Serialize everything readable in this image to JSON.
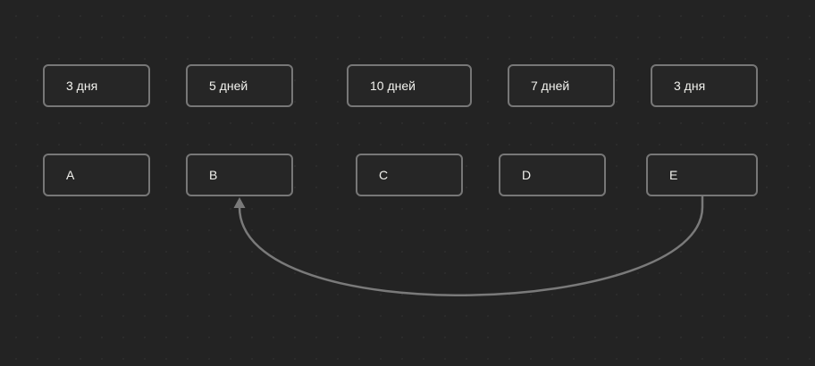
{
  "durations": [
    {
      "id": "dur-1",
      "label": "3 дня"
    },
    {
      "id": "dur-2",
      "label": "5 дней"
    },
    {
      "id": "dur-3",
      "label": "10 дней"
    },
    {
      "id": "dur-4",
      "label": "7 дней"
    },
    {
      "id": "dur-5",
      "label": "3 дня"
    }
  ],
  "tasks": [
    {
      "id": "task-a",
      "label": "A"
    },
    {
      "id": "task-b",
      "label": "B"
    },
    {
      "id": "task-c",
      "label": "C"
    },
    {
      "id": "task-d",
      "label": "D"
    },
    {
      "id": "task-e",
      "label": "E"
    }
  ],
  "links": [
    {
      "from": "E",
      "to": "B"
    }
  ],
  "colors": {
    "background": "#232323",
    "node_border": "#777777",
    "node_text": "#f2f2ee",
    "connector": "#7a7a7a"
  }
}
